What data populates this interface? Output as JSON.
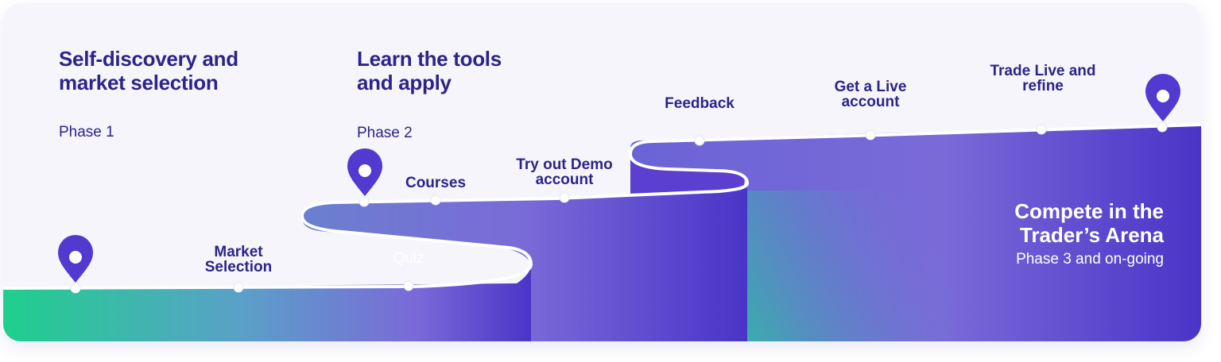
{
  "phases": [
    {
      "title_line1": "Self-discovery and",
      "title_line2": "market selection",
      "subtitle": "Phase 1"
    },
    {
      "title_line1": "Learn the tools",
      "title_line2": "and apply",
      "subtitle": "Phase 2"
    }
  ],
  "steps": {
    "market_selection": {
      "line1": "Market",
      "line2": "Selection"
    },
    "quiz": "Quiz",
    "courses": "Courses",
    "try_demo": {
      "line1": "Try out Demo",
      "line2": "account"
    },
    "feedback": "Feedback",
    "get_live": {
      "line1": "Get a Live",
      "line2": "account"
    },
    "trade_live": {
      "line1": "Trade Live and",
      "line2": "refine"
    }
  },
  "arena": {
    "title_line1": "Compete in the",
    "title_line2": "Trader’s Arena",
    "subtitle": "Phase 3 and on-going"
  },
  "colors": {
    "brand_dark": "#2c2488",
    "purple": "#5a3fd0",
    "green": "#1fcf8d",
    "pin": "#5239cf",
    "background": "#f5f5fb"
  },
  "icons": [
    "location-pin-icon"
  ]
}
